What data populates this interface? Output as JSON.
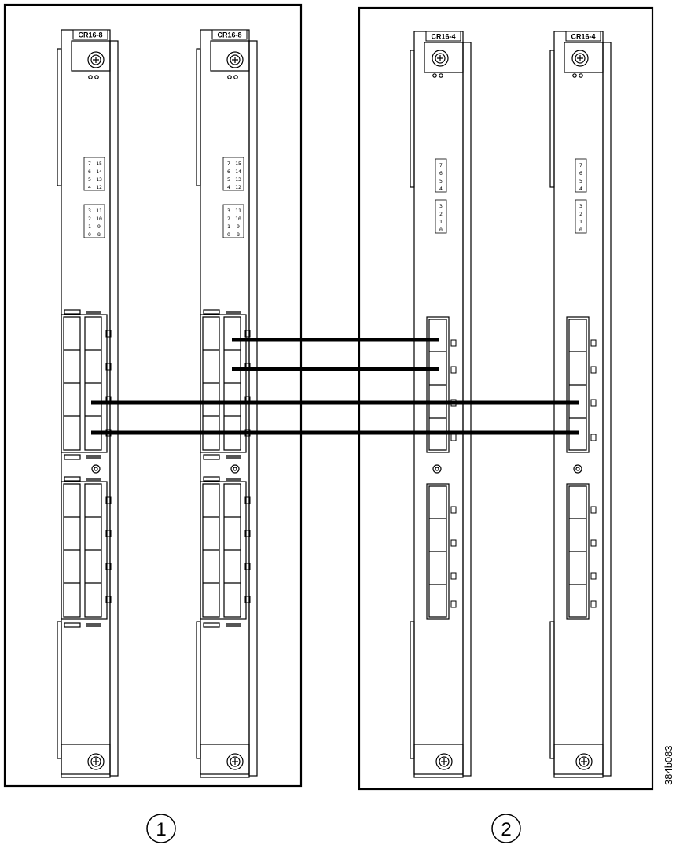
{
  "figure_id": "384b083",
  "groups": [
    {
      "callout": "1",
      "cards": [
        {
          "label": "CR16-8",
          "leds": [
            "7",
            "6",
            "5",
            "4",
            "3",
            "2",
            "1",
            "0",
            "15",
            "14",
            "13",
            "12",
            "11",
            "10",
            "9",
            "8"
          ]
        },
        {
          "label": "CR16-8",
          "leds": [
            "7",
            "6",
            "5",
            "4",
            "3",
            "2",
            "1",
            "0",
            "15",
            "14",
            "13",
            "12",
            "11",
            "10",
            "9",
            "8"
          ]
        }
      ]
    },
    {
      "callout": "2",
      "cards": [
        {
          "label": "CR16-4",
          "leds": [
            "7",
            "6",
            "5",
            "4",
            "3",
            "2",
            "1",
            "0"
          ]
        },
        {
          "label": "CR16-4",
          "leds": [
            "7",
            "6",
            "5",
            "4",
            "3",
            "2",
            "1",
            "0"
          ]
        }
      ]
    }
  ],
  "cable_count": 4,
  "colors": {
    "line": "#000000",
    "panel": "#ffffff",
    "shade": "#555555"
  }
}
